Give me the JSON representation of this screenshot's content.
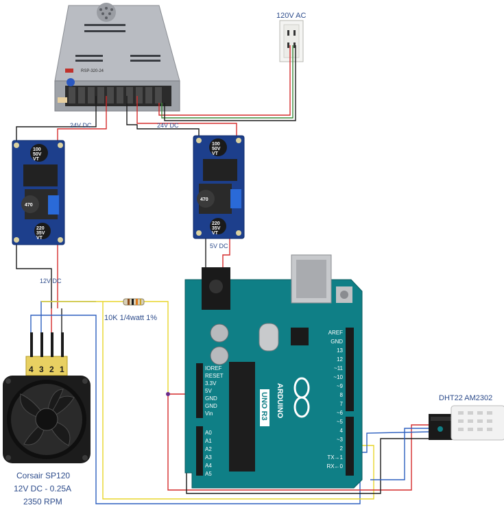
{
  "labels": {
    "ac_source": "120V AC",
    "rail_24v_left": "24V DC",
    "rail_24v_right": "24V DC",
    "buck_out_5v": "5V DC",
    "buck_out_12v": "12V DC",
    "resistor": "10K 1/4watt 1%",
    "sensor": "DHT22 AM2302",
    "fan_name": "Corsair SP120",
    "fan_spec": "12V DC - 0.25A",
    "fan_rpm": "2350 RPM"
  },
  "fan_pins": [
    "4",
    "3",
    "2",
    "1"
  ],
  "buck_converter": {
    "cap_top": [
      "100",
      "50V",
      "VT"
    ],
    "cap_bottom": [
      "220",
      "35V",
      "VT"
    ],
    "inductor": "470"
  },
  "power_supply": {
    "model": "RSP-320-24"
  },
  "arduino": {
    "brand": "ARDUINO",
    "model": "UNO R3",
    "power_header": [
      "IOREF",
      "RESET",
      "3.3V",
      "5V",
      "GND",
      "GND",
      "Vin"
    ],
    "analog_header": [
      "A0",
      "A1",
      "A2",
      "A3",
      "A4",
      "A5"
    ],
    "digital_high": [
      "AREF",
      "GND",
      "13",
      "12",
      "~11",
      "~10",
      "~9",
      "8"
    ],
    "digital_low": [
      "7",
      "~6",
      "~5",
      "4",
      "~3",
      "2",
      "TX→1",
      "RX←0"
    ]
  },
  "colors": {
    "wire_red": "#d42a2a",
    "wire_black": "#1a1a1a",
    "wire_blue": "#2c5fbf",
    "wire_yellow": "#e8d62a",
    "wire_green": "#3a8a3a",
    "board_teal": "#0f7f86",
    "buck_blue": "#1d3f8c",
    "label_blue": "#2b4a8a"
  }
}
